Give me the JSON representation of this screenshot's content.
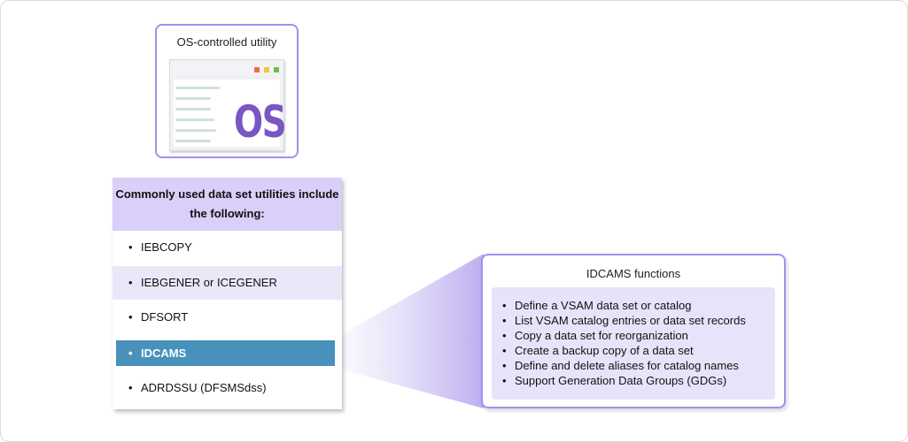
{
  "utility_card": {
    "title": "OS-controlled utility",
    "window_text": "OS",
    "dot_colors": [
      "#f06b4a",
      "#f5c242",
      "#6cc04a"
    ],
    "accent_color": "#7a56c2"
  },
  "utilities_list": {
    "header": "Commonly used data set utilities include the following:",
    "bullet": "•",
    "items": [
      {
        "label": "IEBCOPY"
      },
      {
        "label": "IEBGENER or ICEGENER"
      },
      {
        "label": "DFSORT"
      },
      {
        "label": "IDCAMS",
        "selected": true
      },
      {
        "label": "ADRDSSU (DFSMSdss)"
      }
    ],
    "selected_color": "#4791bb"
  },
  "idcams_functions": {
    "title": "IDCAMS functions",
    "bullet": "•",
    "items": [
      "Define a VSAM data set or catalog",
      "List VSAM catalog entries or data set records",
      "Copy a data set for reorganization",
      "Create a backup copy of a data set",
      "Define and delete aliases for catalog names",
      "Support Generation Data Groups (GDGs)"
    ]
  }
}
